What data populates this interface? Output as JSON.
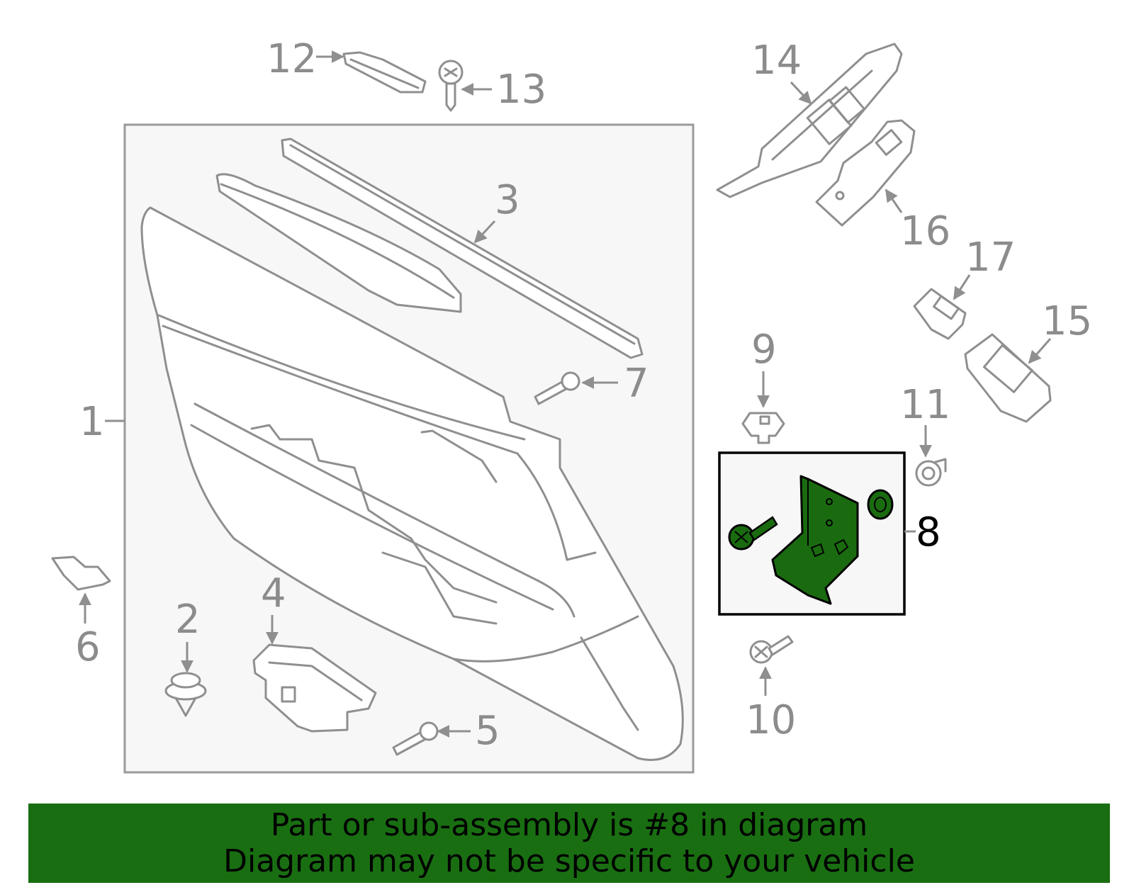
{
  "callouts": {
    "c1": "1",
    "c2": "2",
    "c3": "3",
    "c4": "4",
    "c5": "5",
    "c6": "6",
    "c7": "7",
    "c8": "8",
    "c9": "9",
    "c10": "10",
    "c11": "11",
    "c12": "12",
    "c13": "13",
    "c14": "14",
    "c15": "15",
    "c16": "16",
    "c17": "17"
  },
  "banner": {
    "line1": "Part or sub-assembly is #8 in diagram",
    "line2": "Diagram may not be specific to your vehicle"
  },
  "colors": {
    "highlight_part": "#1a6b10",
    "banner": "#196e12",
    "line_art": "#8f8f8f",
    "panel_bg": "#f7f7f7"
  }
}
